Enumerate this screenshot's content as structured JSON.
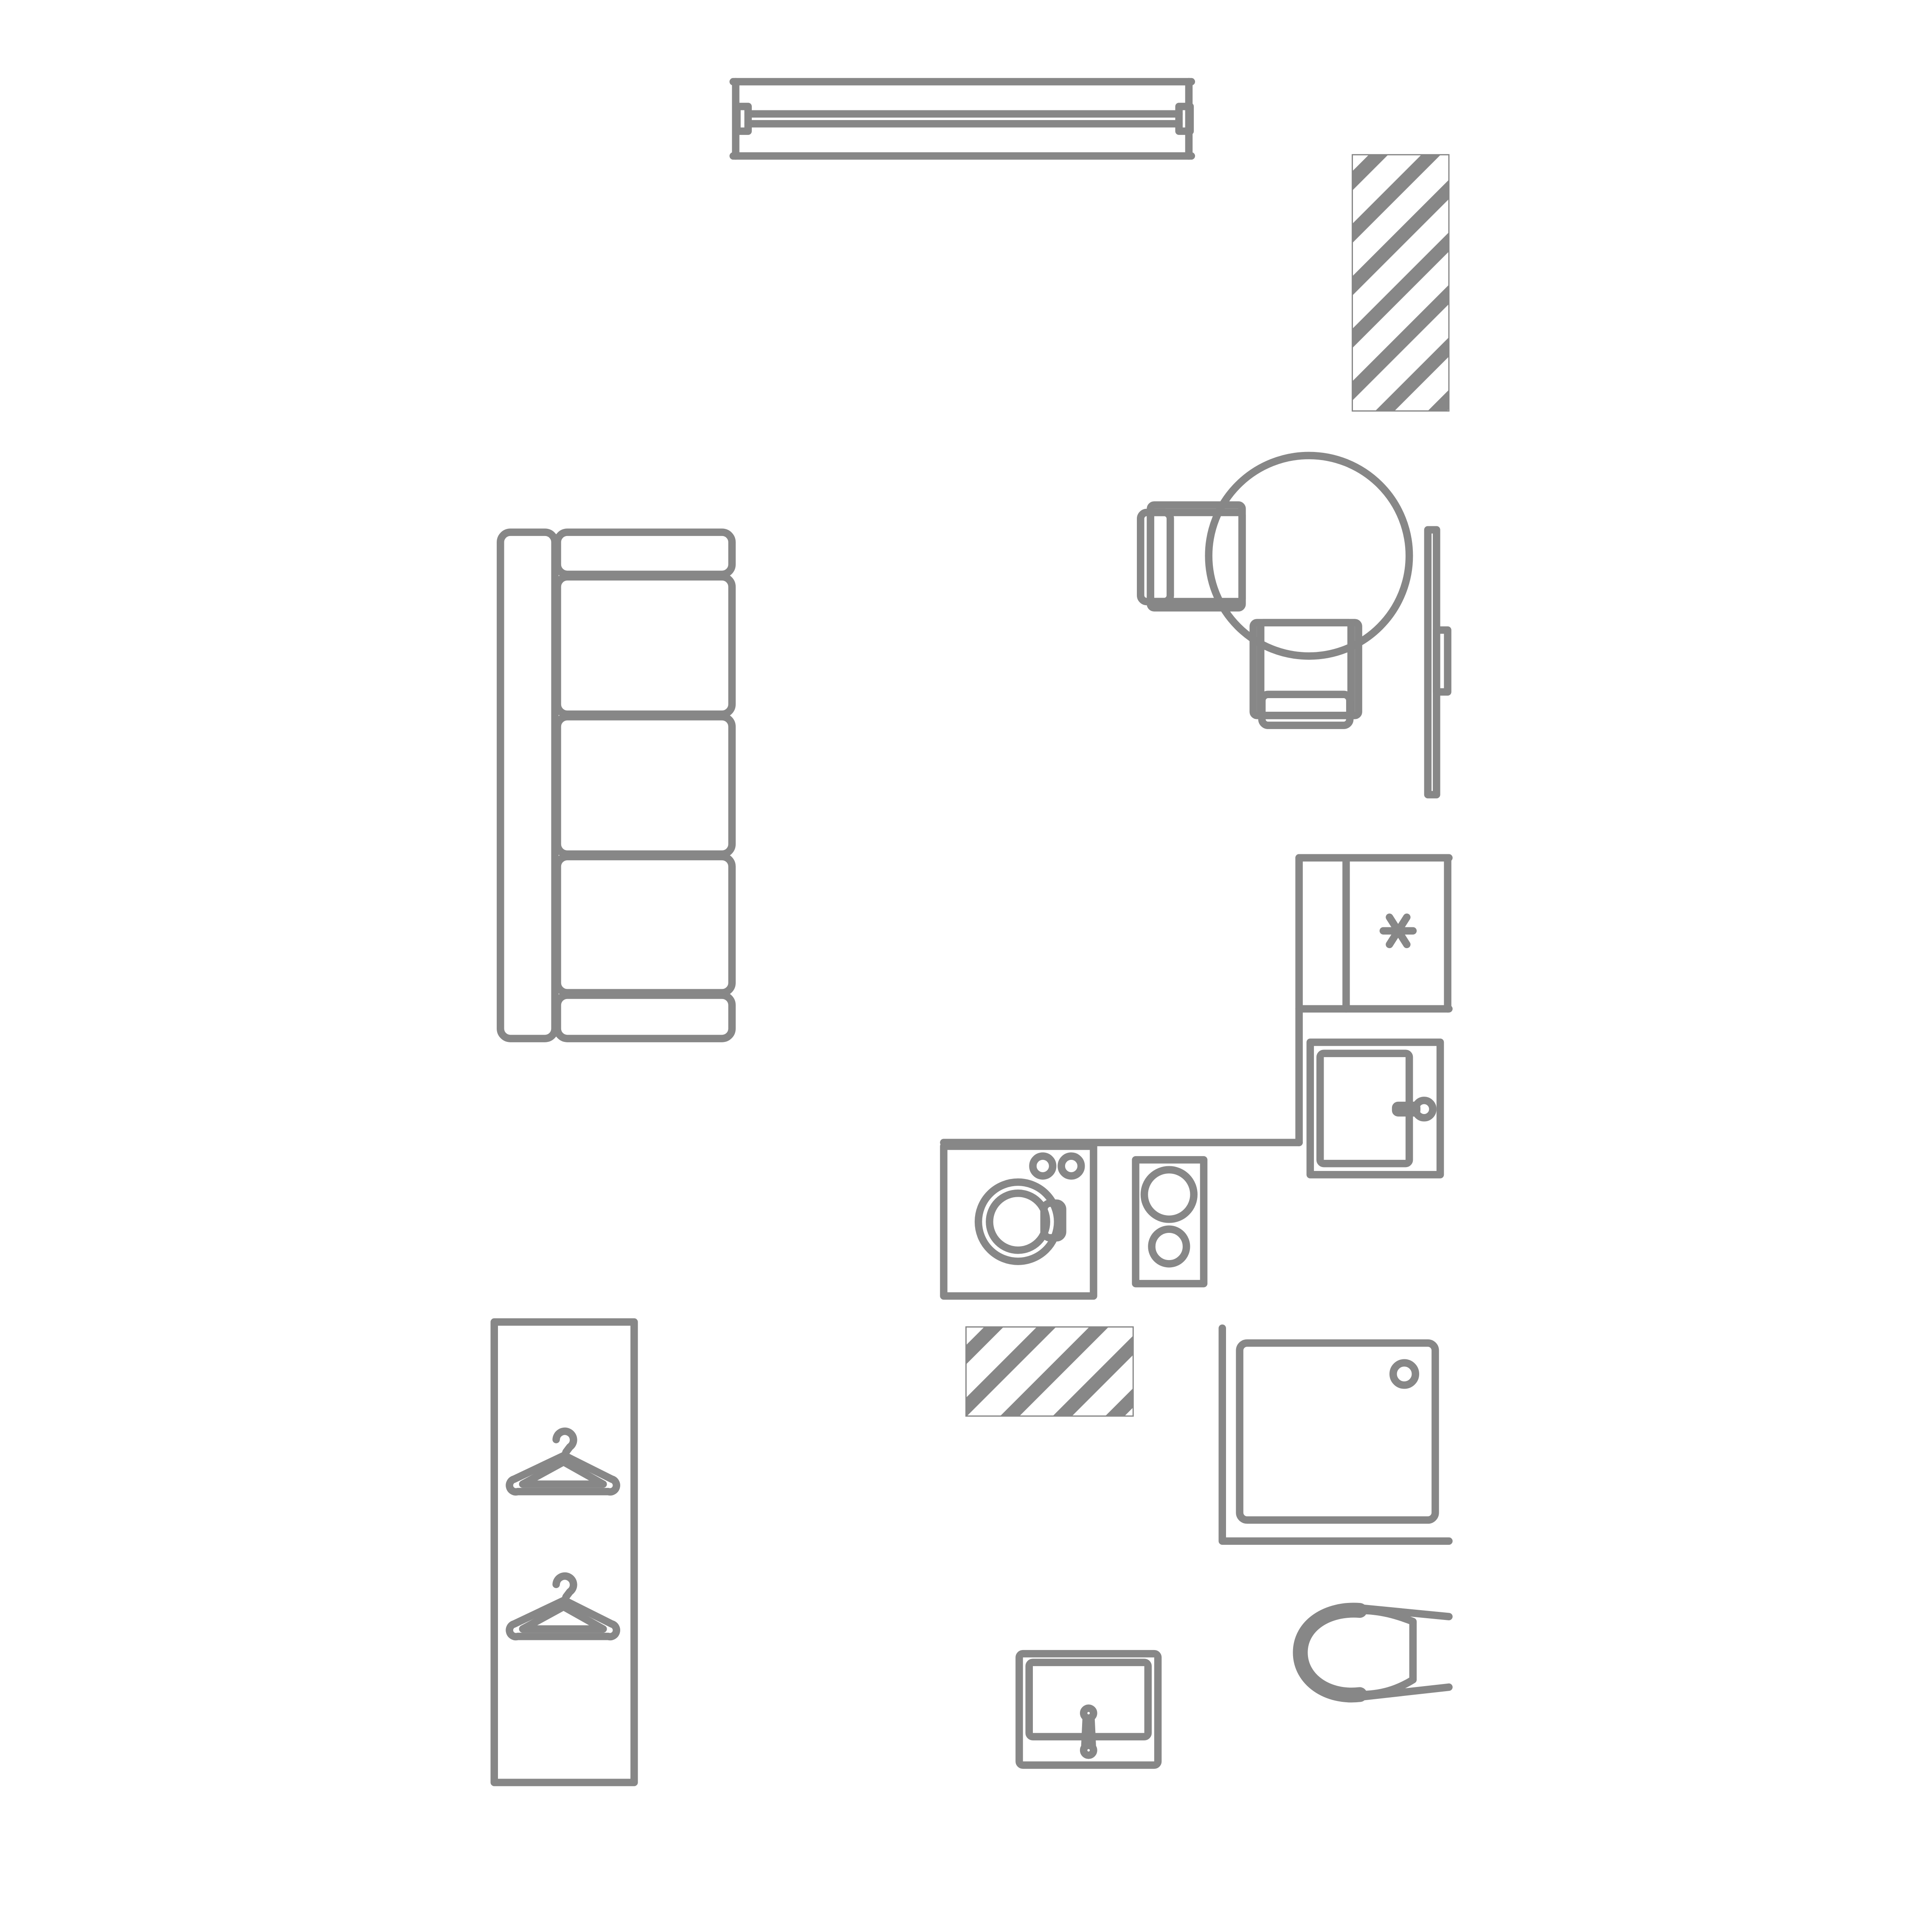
{
  "diagram": {
    "kind": "floor-plan",
    "stroke_color": "#878787",
    "background": "#ffffff",
    "fixtures": [
      {
        "id": "radiator",
        "icon": "radiator-icon"
      },
      {
        "id": "sofa",
        "icon": "sofa-icon"
      },
      {
        "id": "dining-table",
        "icon": "round-table-icon"
      },
      {
        "id": "dining-chair-1",
        "icon": "chair-icon"
      },
      {
        "id": "dining-chair-2",
        "icon": "chair-icon"
      },
      {
        "id": "refrigerator",
        "icon": "snowflake-icon"
      },
      {
        "id": "kitchen-sink",
        "icon": "sink-icon"
      },
      {
        "id": "washing-machine",
        "icon": "washing-machine-icon"
      },
      {
        "id": "cooktop",
        "icon": "hob-icon"
      },
      {
        "id": "wardrobe",
        "icon": "clothes-hanger-icon"
      },
      {
        "id": "shower-tray",
        "icon": "shower-icon"
      },
      {
        "id": "toilet",
        "icon": "toilet-icon"
      },
      {
        "id": "bathroom-washbasin",
        "icon": "washbasin-icon"
      }
    ]
  }
}
